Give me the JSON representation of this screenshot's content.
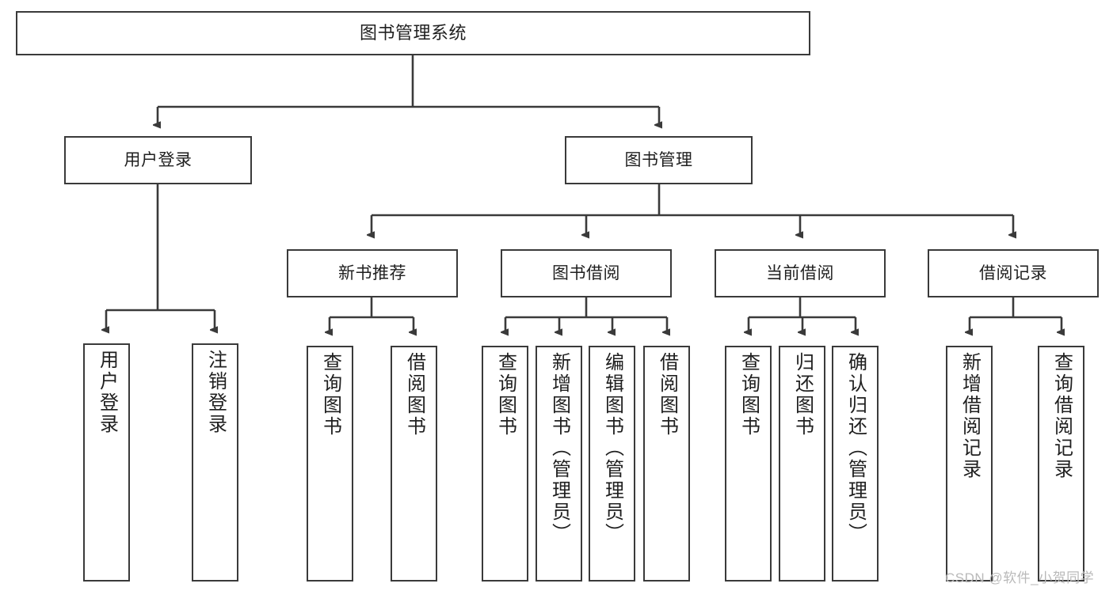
{
  "diagram": {
    "title": "图书管理系统",
    "type": "hierarchy-tree",
    "orientation": "top-down",
    "colors": {
      "box_border": "#3a3a3a",
      "box_fill": "#ffffff",
      "connector": "#3a3a3a",
      "text": "#1f1f1f",
      "watermark": "#b9b9b9",
      "background": "#ffffff"
    }
  },
  "nodes": {
    "root": {
      "label": "图书管理系统",
      "level": 1
    },
    "level2": [
      {
        "id": "user-login",
        "label": "用户登录"
      },
      {
        "id": "book-manage",
        "label": "图书管理"
      }
    ],
    "level3": [
      {
        "id": "new-book-recommend",
        "label": "新书推荐",
        "parent": "book-manage"
      },
      {
        "id": "book-borrow",
        "label": "图书借阅",
        "parent": "book-manage"
      },
      {
        "id": "current-borrow",
        "label": "当前借阅",
        "parent": "book-manage"
      },
      {
        "id": "borrow-record",
        "label": "借阅记录",
        "parent": "book-manage"
      }
    ],
    "leaves": {
      "user-login": [
        {
          "id": "leaf-user-login",
          "label": "用户登录"
        },
        {
          "id": "leaf-logout",
          "label": "注销登录"
        }
      ],
      "new-book-recommend": [
        {
          "id": "leaf-query-book-1",
          "label": "查询图书"
        },
        {
          "id": "leaf-borrow-book-1",
          "label": "借阅图书"
        }
      ],
      "book-borrow": [
        {
          "id": "leaf-query-book-2",
          "label": "查询图书"
        },
        {
          "id": "leaf-add-book",
          "label": "新增图书（管理员）"
        },
        {
          "id": "leaf-edit-book",
          "label": "编辑图书（管理员）"
        },
        {
          "id": "leaf-borrow-book-2",
          "label": "借阅图书"
        }
      ],
      "current-borrow": [
        {
          "id": "leaf-query-book-3",
          "label": "查询图书"
        },
        {
          "id": "leaf-return-book",
          "label": "归还图书"
        },
        {
          "id": "leaf-confirm-return",
          "label": "确认归还（管理员）"
        }
      ],
      "borrow-record": [
        {
          "id": "leaf-add-record",
          "label": "新增借阅记录"
        },
        {
          "id": "leaf-query-record",
          "label": "查询借阅记录"
        }
      ]
    }
  },
  "watermark": {
    "text": "CSDN @软件_小贺同学"
  }
}
